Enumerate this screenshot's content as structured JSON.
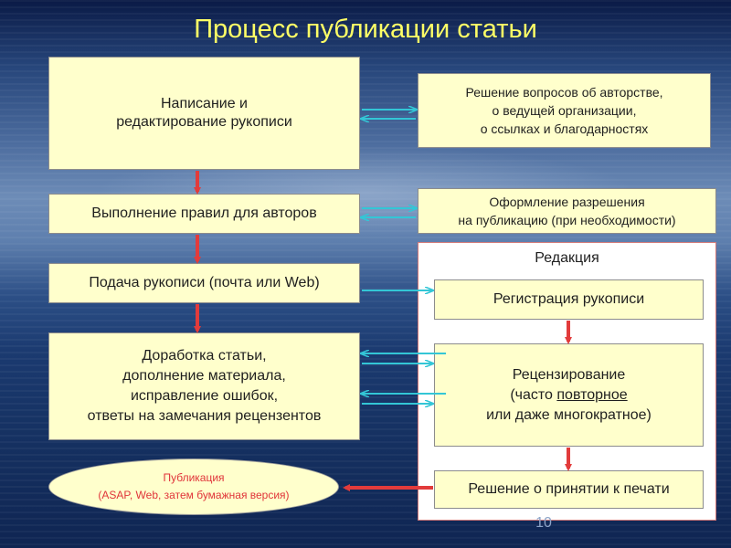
{
  "title": "Процесс публикации статьи",
  "left_boxes": {
    "writing": "Написание и\nредактирование рукописи",
    "rules": "Выполнение правил для авторов",
    "submission": "Подача рукописи (почта или Web)",
    "revision": "Доработка статьи,\nдополнение материала,\nисправление ошибок,\nответы на замечания рецензентов"
  },
  "right_boxes": {
    "authorship": "Решение вопросов об авторстве,\nо ведущей организации,\nо ссылках и благодарностях",
    "permission": "Оформление разрешения\nна публикацию (при необходимости)"
  },
  "editorial": {
    "title": "Редакция",
    "registration": "Регистрация рукописи",
    "review_line1": "Рецензирование",
    "review_line2_prefix": "(часто ",
    "review_line2_underlined": "повторное",
    "review_line3": "или даже многократное)",
    "decision": "Решение о принятии к печати"
  },
  "publication": {
    "line1": "Публикация",
    "line2": "(ASAP, Web, затем бумажная версия)"
  },
  "slide_number": "10",
  "colors": {
    "title": "#ffff66",
    "box_fill": "#ffffcc",
    "flow_arrow": "#e23b3b",
    "exchange_arrow": "#33c6d6",
    "publication_text": "#e0343a"
  }
}
